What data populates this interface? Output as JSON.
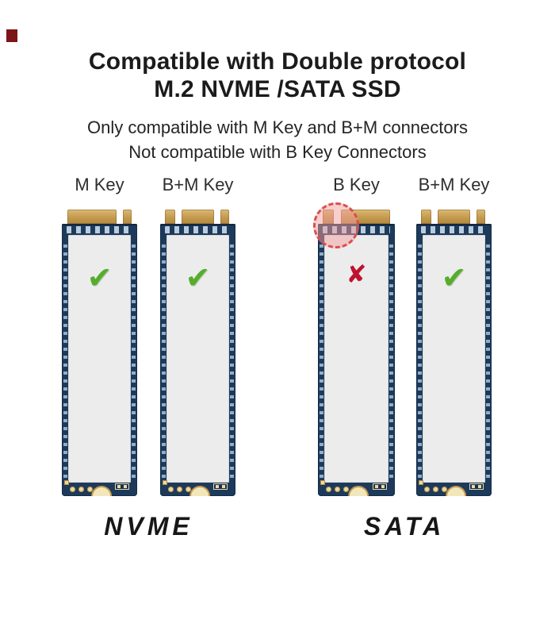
{
  "header": {
    "title_line1": "Compatible with Double protocol",
    "title_line2": "M.2 NVME /SATA SSD",
    "subtitle_line1": "Only compatible with M Key and B+M connectors",
    "subtitle_line2": "Not compatible with B Key Connectors"
  },
  "ssd_section": {
    "cards": [
      {
        "key_label": "M Key",
        "key_type": "M",
        "compatibility": "compatible",
        "mark_glyph": "✔",
        "highlight_circle": false,
        "group": "NVME"
      },
      {
        "key_label": "B+M Key",
        "key_type": "B+M",
        "compatibility": "compatible",
        "mark_glyph": "✔",
        "highlight_circle": false,
        "group": "NVME"
      },
      {
        "key_label": "B Key",
        "key_type": "B",
        "compatibility": "not-compatible",
        "mark_glyph": "✘",
        "highlight_circle": true,
        "group": "SATA"
      },
      {
        "key_label": "B+M Key",
        "key_type": "B+M",
        "compatibility": "compatible",
        "mark_glyph": "✔",
        "highlight_circle": false,
        "group": "SATA"
      }
    ],
    "group_labels": {
      "nvme": "NVME",
      "sata": "SATA"
    }
  },
  "colors": {
    "background": "#ffffff",
    "title_text": "#1b1b1b",
    "pcb_navy": "#1d3a5b",
    "gold_fingers": "#c49a4e",
    "label_sticker": "#ececec",
    "check_green": "#55ad2a",
    "cross_red": "#bf1230",
    "highlight_circle_red": "#d94f4f",
    "corner_square": "#7c1518"
  }
}
